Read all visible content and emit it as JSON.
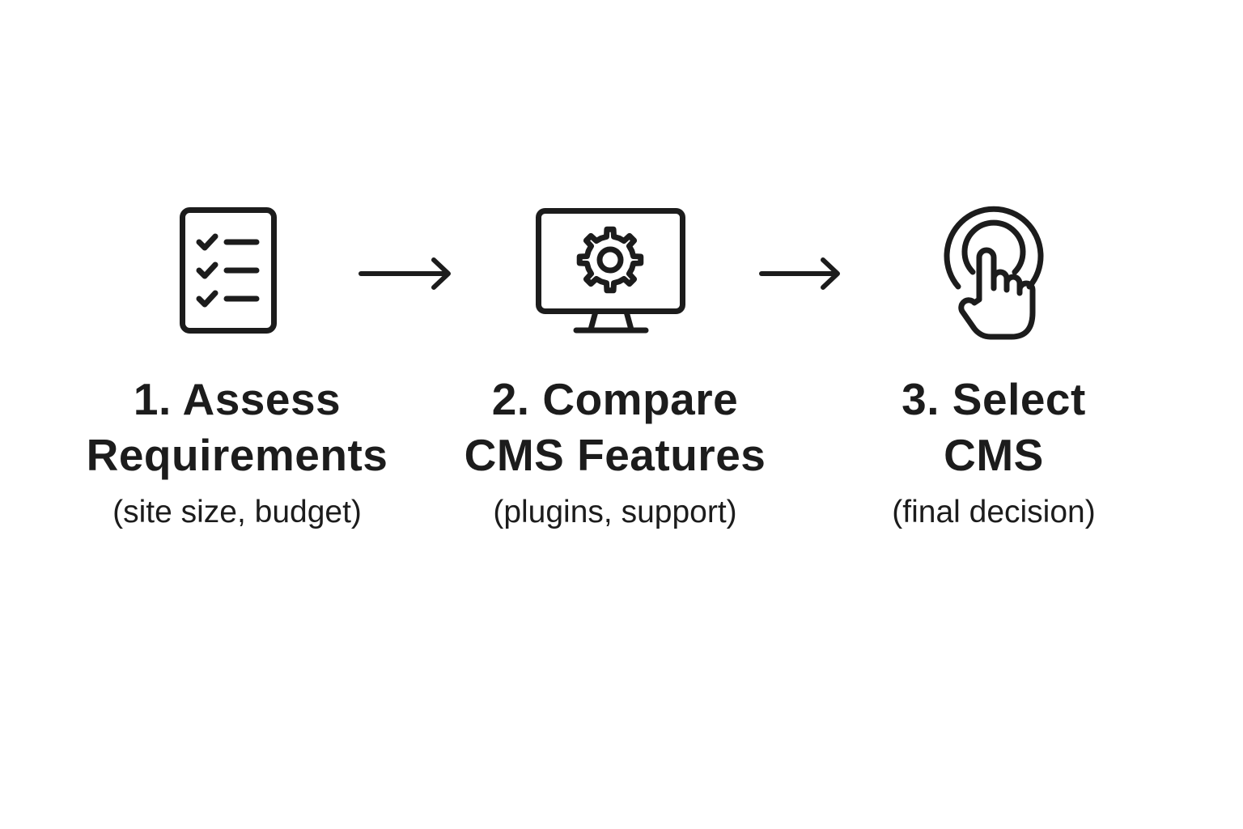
{
  "colors": {
    "background": "#ffffff",
    "ink": "#1c1c1c"
  },
  "steps": [
    {
      "icon": "checklist-icon",
      "title_line1": "1. Assess",
      "title_line2": "Requirements",
      "subtitle": "(site size, budget)"
    },
    {
      "icon": "monitor-gear-icon",
      "title_line1": "2. Compare",
      "title_line2": "CMS Features",
      "subtitle": "(plugins, support)"
    },
    {
      "icon": "hand-tap-icon",
      "title_line1": "3. Select",
      "title_line2": "CMS",
      "subtitle": "(final decision)"
    }
  ],
  "connectors": [
    {
      "icon": "arrow-right-icon"
    },
    {
      "icon": "arrow-right-icon"
    }
  ]
}
